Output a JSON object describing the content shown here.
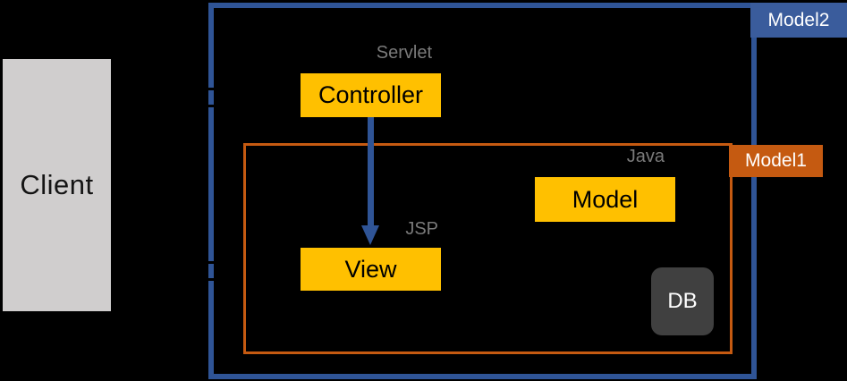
{
  "client": {
    "label": "Client"
  },
  "outer_container": {
    "tag_label": "Model2"
  },
  "inner_container": {
    "tag_label": "Model1"
  },
  "annotations": {
    "servlet": "Servlet",
    "jsp": "JSP",
    "java": "Java"
  },
  "nodes": {
    "controller": {
      "label": "Controller"
    },
    "view": {
      "label": "View"
    },
    "model": {
      "label": "Model"
    },
    "db": {
      "label": "DB"
    }
  },
  "arrow": {
    "from": "Controller",
    "to": "View"
  },
  "colors": {
    "background": "#000000",
    "container_blue": "#2F5496",
    "tag_blue": "#3A5C9C",
    "container_orange": "#C55A11",
    "node_yellow": "#FFC000",
    "client_gray": "#D0CECE",
    "db_gray": "#404040",
    "annotation_gray": "#7A7A7A"
  }
}
